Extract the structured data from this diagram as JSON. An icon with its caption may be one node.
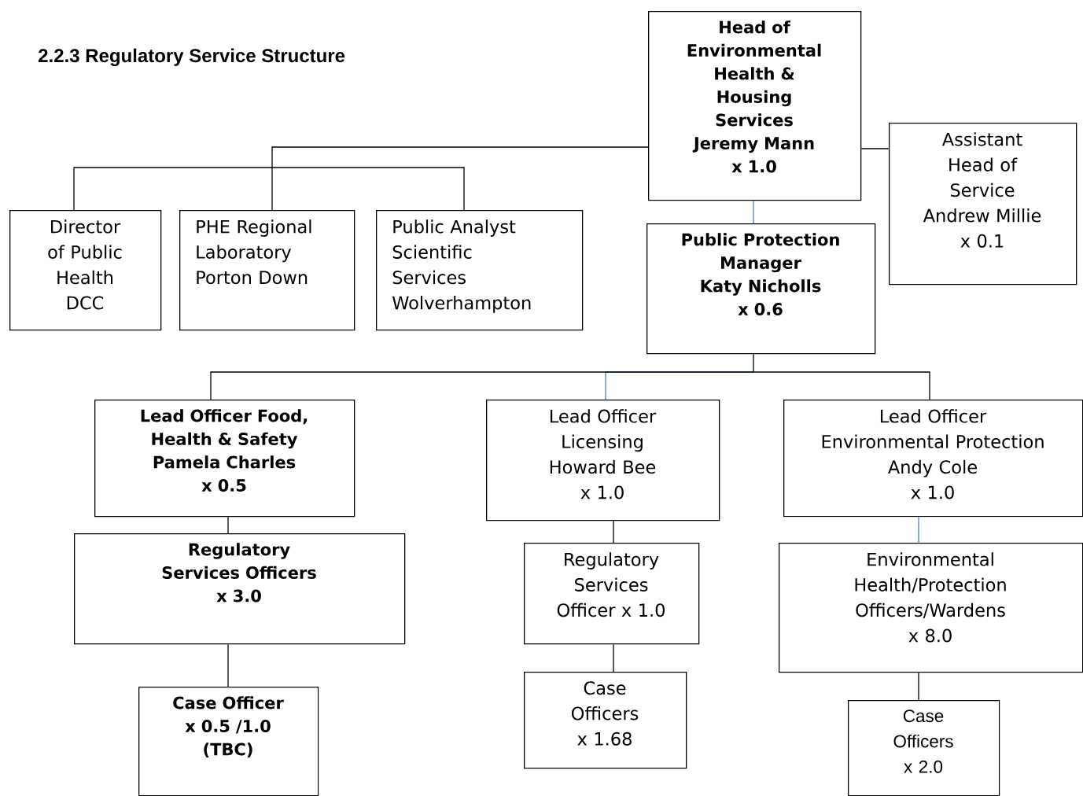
{
  "diagram": {
    "title": "2.2.3 Regulatory Service Structure",
    "nodes": [
      {
        "text": [
          "Head of Environmental Health & Housing Services",
          "Jeremy Mann",
          "x 1.0"
        ]
      },
      {
        "text": [
          "Assistant Head of Service",
          "Andrew Millie",
          "x 0.1"
        ]
      },
      {
        "text": [
          "Director of Public Health DCC"
        ]
      },
      {
        "text": [
          "PHE Regional Laboratory Porton Down"
        ]
      },
      {
        "text": [
          "Public Analyst Scientific Services Wolverhampton"
        ]
      },
      {
        "text": [
          "Public Protection Manager",
          "Katy Nicholls",
          "x 0.6"
        ]
      },
      {
        "text": [
          "Lead Officer Food, Health & Safety",
          "Pamela Charles",
          "x 0.5"
        ]
      },
      {
        "text": [
          "Lead Officer Licensing",
          "Howard Bee",
          "x 1.0"
        ]
      },
      {
        "text": [
          "Lead Officer Environmental Protection",
          "Andy Cole",
          "x 1.0"
        ]
      },
      {
        "text": [
          "Regulatory Services Officers",
          "x 3.0"
        ]
      },
      {
        "text": [
          "Regulatory Services Officer x 1.0"
        ]
      },
      {
        "text": [
          "Environmental Health/Protection Officers/Wardens",
          "x 8.0"
        ]
      },
      {
        "text": [
          "Case Officer",
          "x 0.5 /1.0",
          "(TBC)"
        ]
      },
      {
        "text": [
          "Case Officers",
          "x 1.68"
        ]
      },
      {
        "text": [
          "Case Officers",
          "x 2.0"
        ]
      }
    ],
    "edges": [
      {
        "from": 0,
        "to": 1,
        "arrow": "none"
      },
      {
        "from": 0,
        "to": 2,
        "arrow": "none"
      },
      {
        "from": 0,
        "to": 3,
        "arrow": "none"
      },
      {
        "from": 0,
        "to": 4,
        "arrow": "none"
      },
      {
        "from": 0,
        "to": 5,
        "arrow": "none",
        "color": "#4f81bd"
      },
      {
        "from": 5,
        "to": 6,
        "arrow": "none"
      },
      {
        "from": 5,
        "to": 7,
        "arrow": "none",
        "color": "#4f81bd"
      },
      {
        "from": 5,
        "to": 8,
        "arrow": "none"
      },
      {
        "from": 6,
        "to": 9,
        "arrow": "none"
      },
      {
        "from": 9,
        "to": 12,
        "arrow": "none"
      },
      {
        "from": 7,
        "to": 10,
        "arrow": "none"
      },
      {
        "from": 10,
        "to": 13,
        "arrow": "none"
      },
      {
        "from": 8,
        "to": 11,
        "arrow": "none",
        "color": "#4f81bd"
      },
      {
        "from": 11,
        "to": 14,
        "arrow": "none"
      }
    ]
  }
}
